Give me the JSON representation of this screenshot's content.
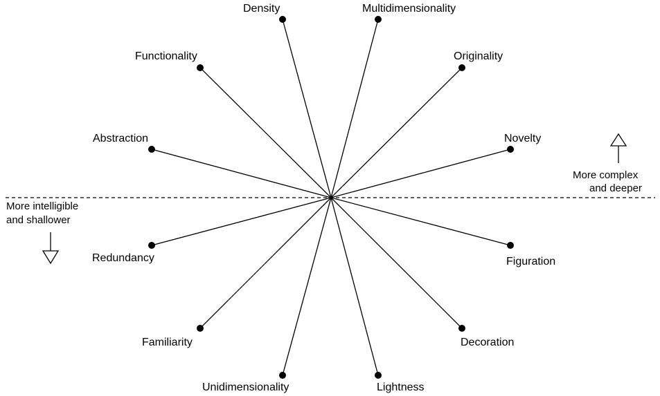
{
  "diagram": {
    "top_dimensions": [
      {
        "label": "Density"
      },
      {
        "label": "Multidimensionality"
      },
      {
        "label": "Functionality"
      },
      {
        "label": "Originality"
      },
      {
        "label": "Abstraction"
      },
      {
        "label": "Novelty"
      }
    ],
    "bottom_dimensions": [
      {
        "label": "Redundancy"
      },
      {
        "label": "Figuration"
      },
      {
        "label": "Familiarity"
      },
      {
        "label": "Decoration"
      },
      {
        "label": "Unidimensionality"
      },
      {
        "label": "Lightness"
      }
    ],
    "upper_note": {
      "line1": "More complex",
      "line2": "and deeper",
      "arrow": "up-arrow-icon"
    },
    "lower_note": {
      "line1": "More intelligible",
      "line2": "and shallower",
      "arrow": "down-arrow-icon"
    }
  }
}
